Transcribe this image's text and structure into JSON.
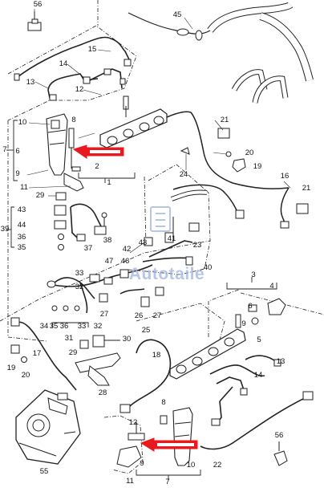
{
  "diagram": {
    "callouts": [
      {
        "id": "c56a",
        "text": "56"
      },
      {
        "id": "c45",
        "text": "45"
      },
      {
        "id": "c15",
        "text": "15"
      },
      {
        "id": "c14a",
        "text": "14"
      },
      {
        "id": "c13a",
        "text": "13"
      },
      {
        "id": "c12a",
        "text": "12"
      },
      {
        "id": "c10a",
        "text": "10"
      },
      {
        "id": "c8a",
        "text": "8"
      },
      {
        "id": "c7a",
        "text": "7"
      },
      {
        "id": "c6a",
        "text": "6"
      },
      {
        "id": "c2",
        "text": "2"
      },
      {
        "id": "c1",
        "text": "1"
      },
      {
        "id": "c9a",
        "text": "9"
      },
      {
        "id": "c11a",
        "text": "11"
      },
      {
        "id": "c29a",
        "text": "29"
      },
      {
        "id": "c43a",
        "text": "43"
      },
      {
        "id": "c44",
        "text": "44"
      },
      {
        "id": "c39",
        "text": "39"
      },
      {
        "id": "c36a",
        "text": "36"
      },
      {
        "id": "c35a",
        "text": "35"
      },
      {
        "id": "c37",
        "text": "37"
      },
      {
        "id": "c38",
        "text": "38"
      },
      {
        "id": "c21a",
        "text": "21"
      },
      {
        "id": "c20a",
        "text": "20"
      },
      {
        "id": "c19a",
        "text": "19"
      },
      {
        "id": "c24",
        "text": "24"
      },
      {
        "id": "c16",
        "text": "16"
      },
      {
        "id": "c21b",
        "text": "21"
      },
      {
        "id": "c42",
        "text": "42"
      },
      {
        "id": "c43b",
        "text": "43"
      },
      {
        "id": "c41",
        "text": "41"
      },
      {
        "id": "c23",
        "text": "23"
      },
      {
        "id": "c40",
        "text": "40"
      },
      {
        "id": "c47",
        "text": "47"
      },
      {
        "id": "c46",
        "text": "46"
      },
      {
        "id": "c33",
        "text": "33"
      },
      {
        "id": "c32a",
        "text": "32"
      },
      {
        "id": "c27a",
        "text": "27"
      },
      {
        "id": "c26",
        "text": "26"
      },
      {
        "id": "c27b",
        "text": "27"
      },
      {
        "id": "c25",
        "text": "25"
      },
      {
        "id": "c34",
        "text": "34"
      },
      {
        "id": "c35b",
        "text": "35"
      },
      {
        "id": "c36b",
        "text": "36"
      },
      {
        "id": "c33b",
        "text": "33"
      },
      {
        "id": "c32b",
        "text": "32"
      },
      {
        "id": "c31",
        "text": "31"
      },
      {
        "id": "c30",
        "text": "30"
      },
      {
        "id": "c29b",
        "text": "29"
      },
      {
        "id": "c28",
        "text": "28"
      },
      {
        "id": "c18",
        "text": "18"
      },
      {
        "id": "c17",
        "text": "17"
      },
      {
        "id": "c19b",
        "text": "19"
      },
      {
        "id": "c20b",
        "text": "20"
      },
      {
        "id": "c3",
        "text": "3"
      },
      {
        "id": "c4",
        "text": "4"
      },
      {
        "id": "c6b",
        "text": "6"
      },
      {
        "id": "c9b",
        "text": "9"
      },
      {
        "id": "c5",
        "text": "5"
      },
      {
        "id": "c13b",
        "text": "13"
      },
      {
        "id": "c14b",
        "text": "14"
      },
      {
        "id": "c22",
        "text": "22"
      },
      {
        "id": "c8b",
        "text": "8"
      },
      {
        "id": "c12b",
        "text": "12"
      },
      {
        "id": "c10b",
        "text": "10"
      },
      {
        "id": "c11b",
        "text": "11"
      },
      {
        "id": "c7b",
        "text": "7"
      },
      {
        "id": "c9c",
        "text": "9"
      },
      {
        "id": "c55",
        "text": "55"
      },
      {
        "id": "c56b",
        "text": "56"
      }
    ],
    "watermark": "Autotaile",
    "highlight_color": "#e8191f",
    "line_color": "#222222"
  }
}
